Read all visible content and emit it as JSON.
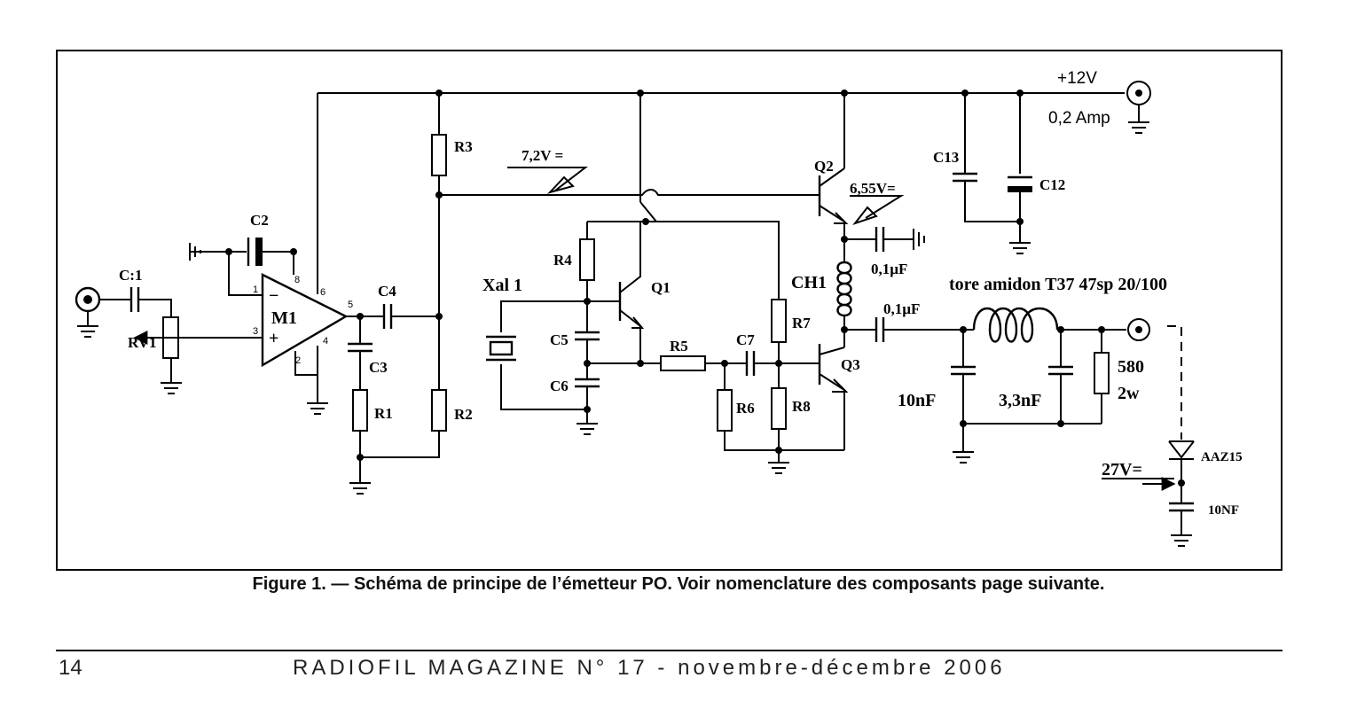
{
  "schematic": {
    "labels": {
      "supply": "+12V",
      "current": "0,2 Amp",
      "c1": "C:1",
      "c2": "C2",
      "rv1": "RV1",
      "m1": "M1",
      "minus": "−",
      "plus": "+",
      "pin1": "1",
      "pin2": "2",
      "pin3": "3",
      "pin4": "4",
      "pin5": "5",
      "pin6": "6",
      "pin8": "8",
      "c3": "C3",
      "c4": "C4",
      "r1": "R1",
      "r2": "R2",
      "r3": "R3",
      "v72": "7,2V =",
      "r4": "R4",
      "q1": "Q1",
      "xal": "Xal 1",
      "c5": "C5",
      "c6": "C6",
      "r5": "R5",
      "c7": "C7",
      "r6": "R6",
      "r7": "R7",
      "r8": "R8",
      "q2": "Q2",
      "v655": "6,55V=",
      "cap01a": "0,1µF",
      "ch1": "CH1",
      "q3": "Q3",
      "cap01b": "0,1µF",
      "c13": "C13",
      "c12": "C12",
      "toroid": "tore amidon T37 47sp 20/100",
      "c10nf": "10nF",
      "c33nf": "3,3nF",
      "r580": "580",
      "r2w": "2w",
      "diode": "AAZ15",
      "v27": "27V=",
      "c10NF": "10NF"
    }
  },
  "caption": "Figure 1. — Schéma de principe de l’émetteur PO. Voir nomenclature des composants page suivante.",
  "footer": {
    "page_number": "14",
    "magazine": "RADIOFIL MAGAZINE N° 17 - novembre-décembre 2006"
  }
}
